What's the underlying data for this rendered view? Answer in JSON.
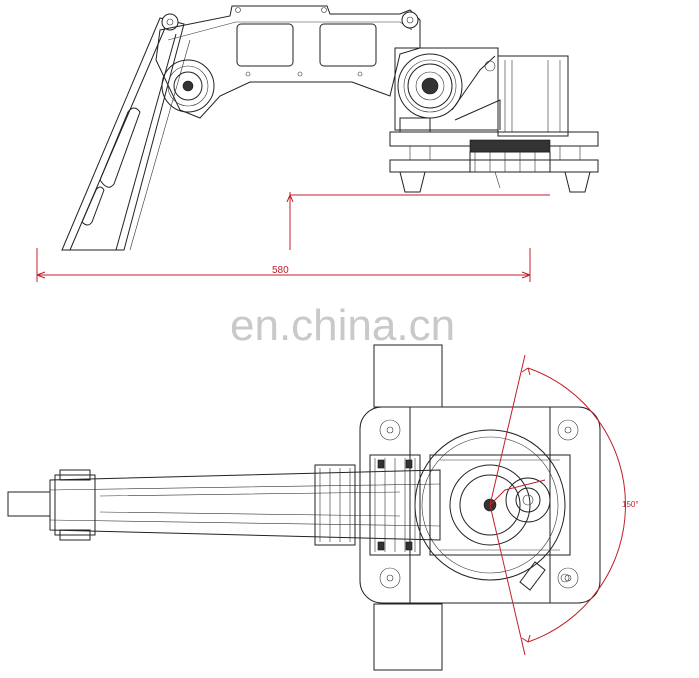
{
  "dimensions": {
    "width_label": "580",
    "angle_label": "150°"
  },
  "watermark": "en.china.cn",
  "colors": {
    "dimension": "#c0202a",
    "line": "#222222",
    "watermark": "#c9c9c9"
  }
}
